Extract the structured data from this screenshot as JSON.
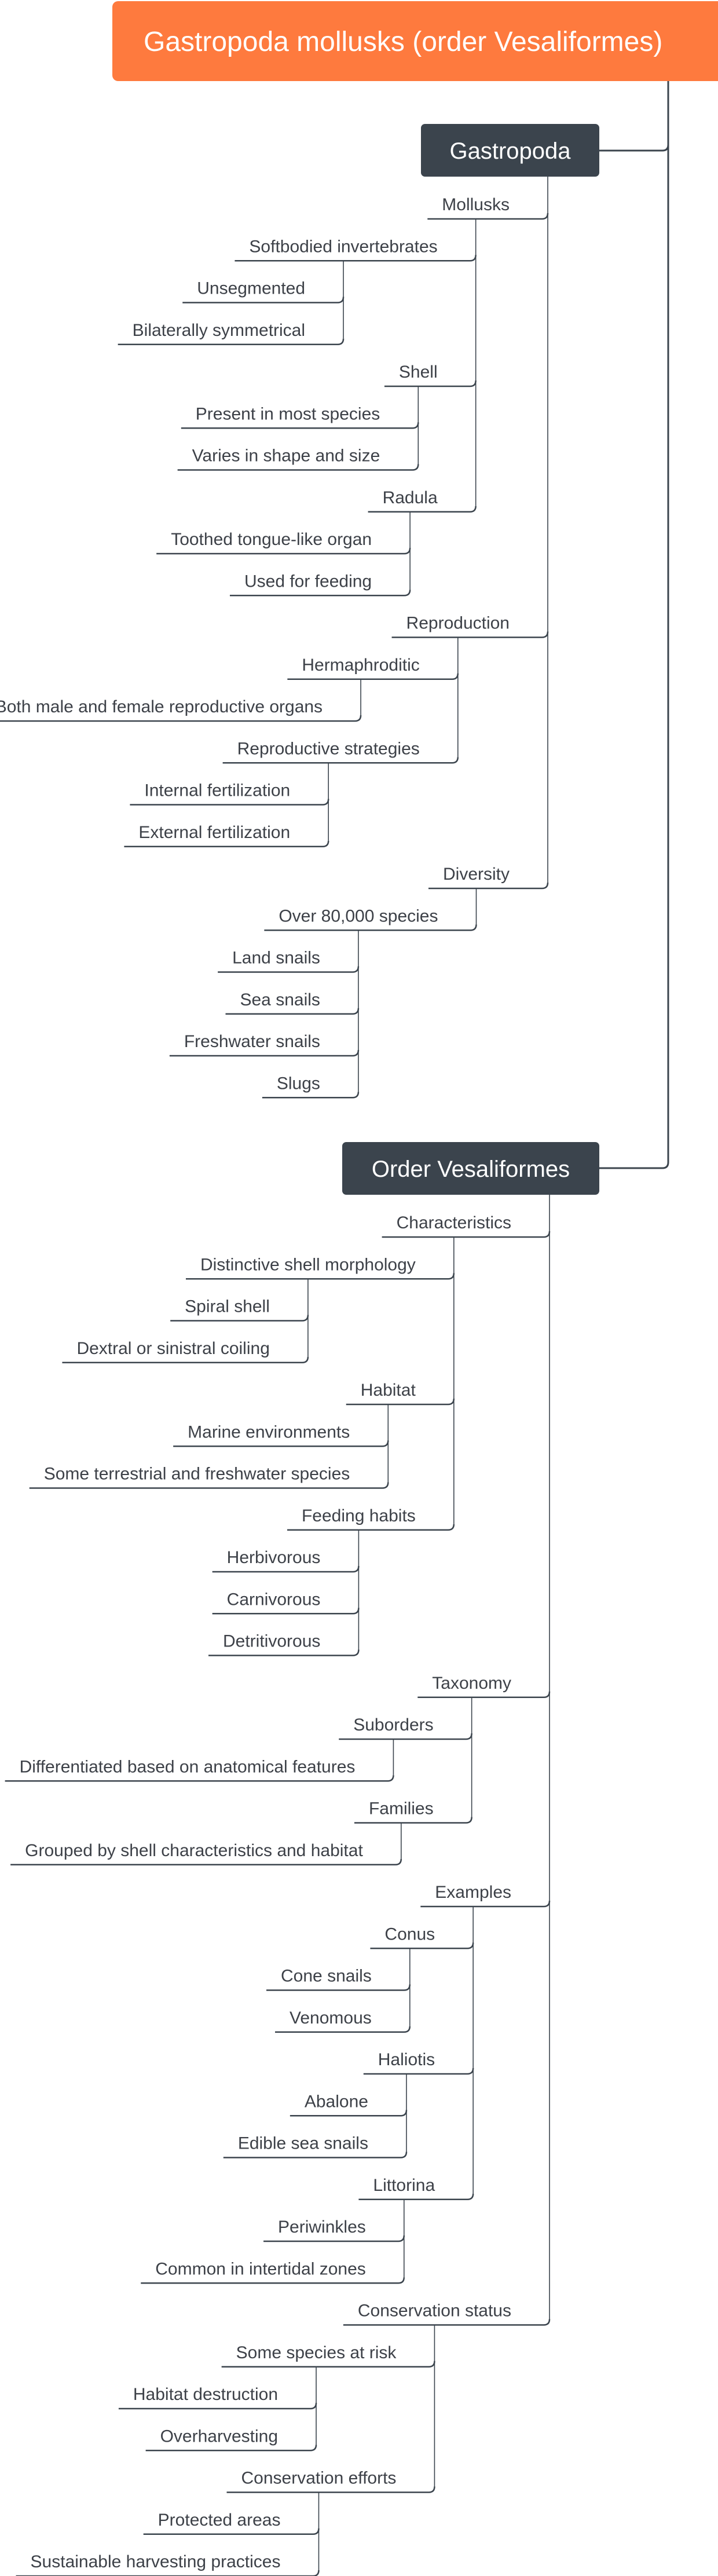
{
  "colors": {
    "root": "#fe7a3e",
    "section": "#3b444d",
    "line": "#3b444d",
    "text": "#3d4148"
  },
  "root": {
    "title": "Gastropoda mollusks (order Vesaliformes)"
  },
  "sections": [
    {
      "title": "Gastropoda",
      "children": [
        {
          "label": "Mollusks",
          "children": [
            {
              "label": "Softbodied invertebrates",
              "children": [
                {
                  "label": "Unsegmented"
                },
                {
                  "label": "Bilaterally symmetrical"
                }
              ]
            },
            {
              "label": "Shell",
              "children": [
                {
                  "label": "Present in most species"
                },
                {
                  "label": "Varies in shape and size"
                }
              ]
            },
            {
              "label": "Radula",
              "children": [
                {
                  "label": "Toothed tongue-like organ"
                },
                {
                  "label": "Used for feeding"
                }
              ]
            }
          ]
        },
        {
          "label": "Reproduction",
          "children": [
            {
              "label": "Hermaphroditic",
              "children": [
                {
                  "label": "Both male and female reproductive organs"
                }
              ]
            },
            {
              "label": "Reproductive strategies",
              "children": [
                {
                  "label": "Internal fertilization"
                },
                {
                  "label": "External fertilization"
                }
              ]
            }
          ]
        },
        {
          "label": "Diversity",
          "children": [
            {
              "label": "Over 80,000 species",
              "children": [
                {
                  "label": "Land snails"
                },
                {
                  "label": "Sea snails"
                },
                {
                  "label": "Freshwater snails"
                },
                {
                  "label": "Slugs"
                }
              ]
            }
          ]
        }
      ]
    },
    {
      "title": "Order Vesaliformes",
      "children": [
        {
          "label": "Characteristics",
          "children": [
            {
              "label": "Distinctive shell morphology",
              "children": [
                {
                  "label": "Spiral shell"
                },
                {
                  "label": "Dextral or sinistral coiling"
                }
              ]
            },
            {
              "label": "Habitat",
              "children": [
                {
                  "label": "Marine environments"
                },
                {
                  "label": "Some terrestrial and freshwater species"
                }
              ]
            },
            {
              "label": "Feeding habits",
              "children": [
                {
                  "label": "Herbivorous"
                },
                {
                  "label": "Carnivorous"
                },
                {
                  "label": "Detritivorous"
                }
              ]
            }
          ]
        },
        {
          "label": "Taxonomy",
          "children": [
            {
              "label": "Suborders",
              "children": [
                {
                  "label": "Differentiated based on anatomical features"
                }
              ]
            },
            {
              "label": "Families",
              "children": [
                {
                  "label": "Grouped by shell characteristics and habitat"
                }
              ]
            }
          ]
        },
        {
          "label": "Examples",
          "children": [
            {
              "label": "Conus",
              "children": [
                {
                  "label": "Cone snails"
                },
                {
                  "label": "Venomous"
                }
              ]
            },
            {
              "label": "Haliotis",
              "children": [
                {
                  "label": "Abalone"
                },
                {
                  "label": "Edible sea snails"
                }
              ]
            },
            {
              "label": "Littorina",
              "children": [
                {
                  "label": "Periwinkles"
                },
                {
                  "label": "Common in intertidal zones"
                }
              ]
            }
          ]
        },
        {
          "label": "Conservation status",
          "children": [
            {
              "label": "Some species at risk",
              "children": [
                {
                  "label": "Habitat destruction"
                },
                {
                  "label": "Overharvesting"
                }
              ]
            },
            {
              "label": "Conservation efforts",
              "children": [
                {
                  "label": "Protected areas"
                },
                {
                  "label": "Sustainable harvesting practices"
                }
              ]
            }
          ]
        }
      ]
    }
  ]
}
